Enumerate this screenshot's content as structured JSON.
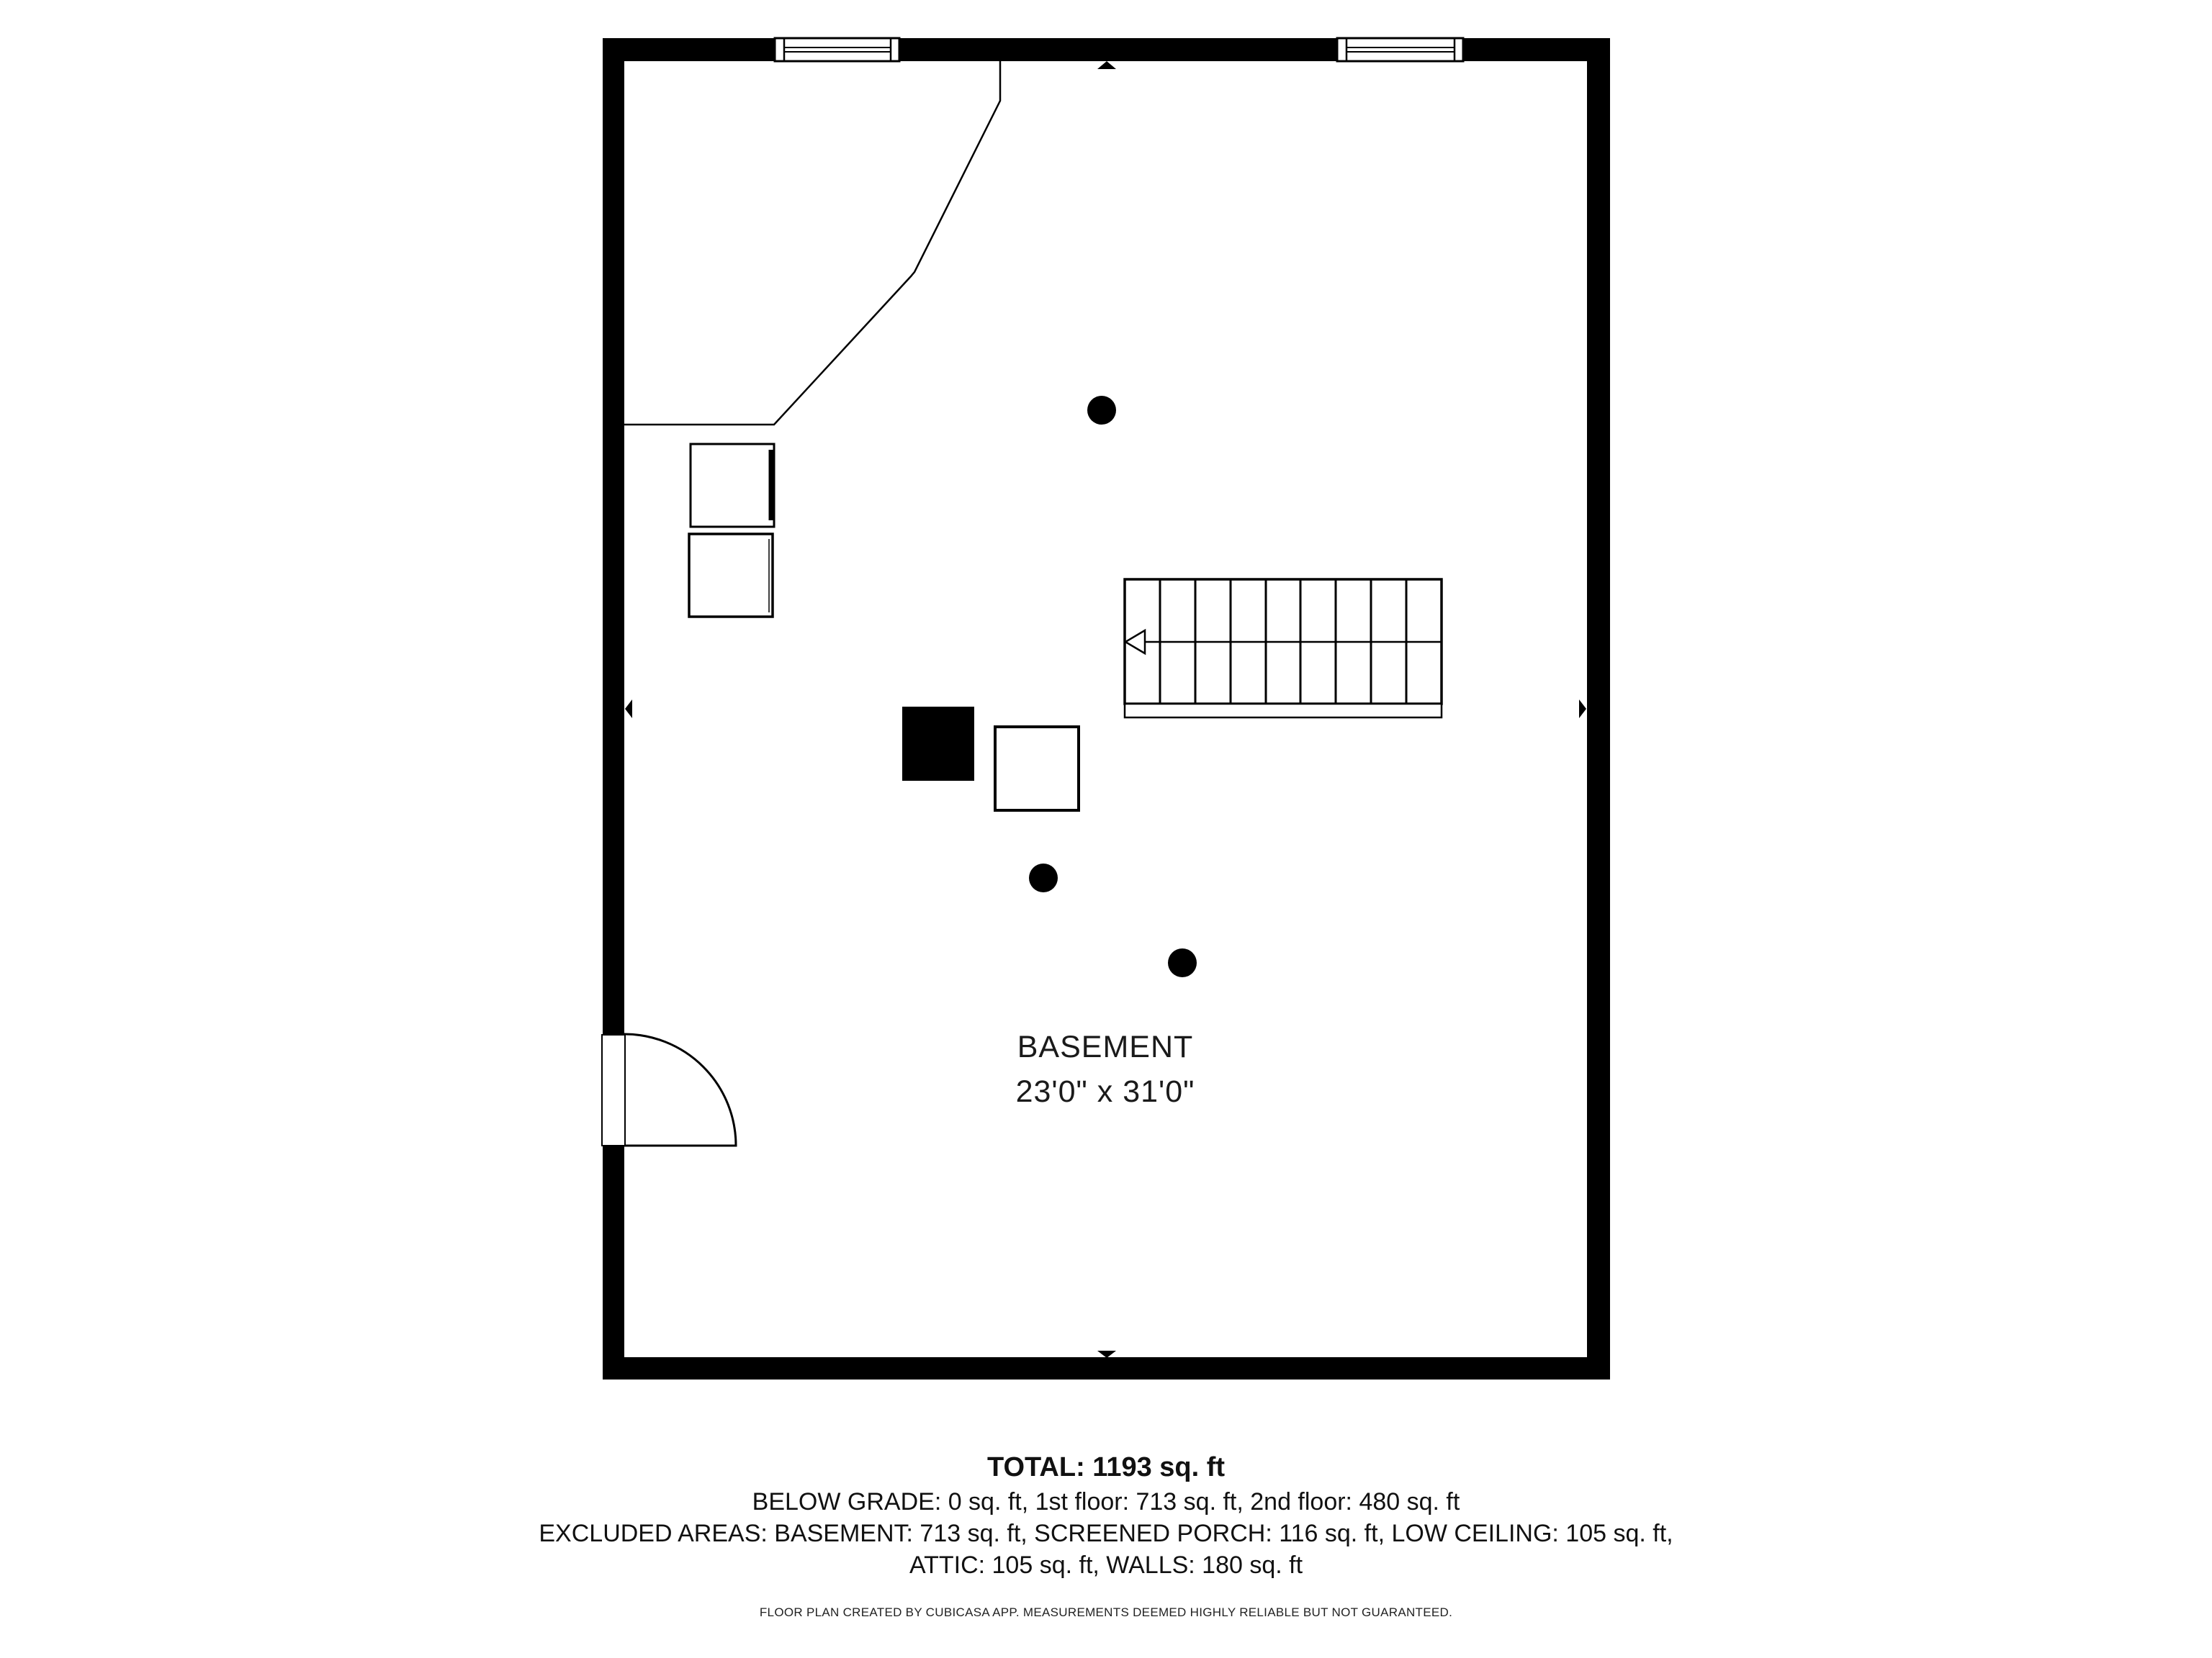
{
  "floor_plan": {
    "room": {
      "name": "BASEMENT",
      "dimensions": "23'0\" x 31'0\""
    },
    "summary": {
      "total": "TOTAL: 1193 sq. ft",
      "line1": "BELOW GRADE: 0 sq. ft, 1st floor: 713 sq. ft, 2nd floor: 480 sq. ft",
      "line2": "EXCLUDED AREAS: BASEMENT: 713 sq. ft, SCREENED PORCH: 116 sq. ft, LOW CEILING: 105 sq. ft,",
      "line3": "ATTIC: 105 sq. ft, WALLS: 180 sq. ft"
    },
    "footer": "FLOOR PLAN CREATED BY CUBICASA APP. MEASUREMENTS DEEMED HIGHLY RELIABLE BUT NOT GUARANTEED.",
    "colors": {
      "wall": "#000000",
      "text": "#1a1a1a",
      "background": "#ffffff"
    }
  }
}
